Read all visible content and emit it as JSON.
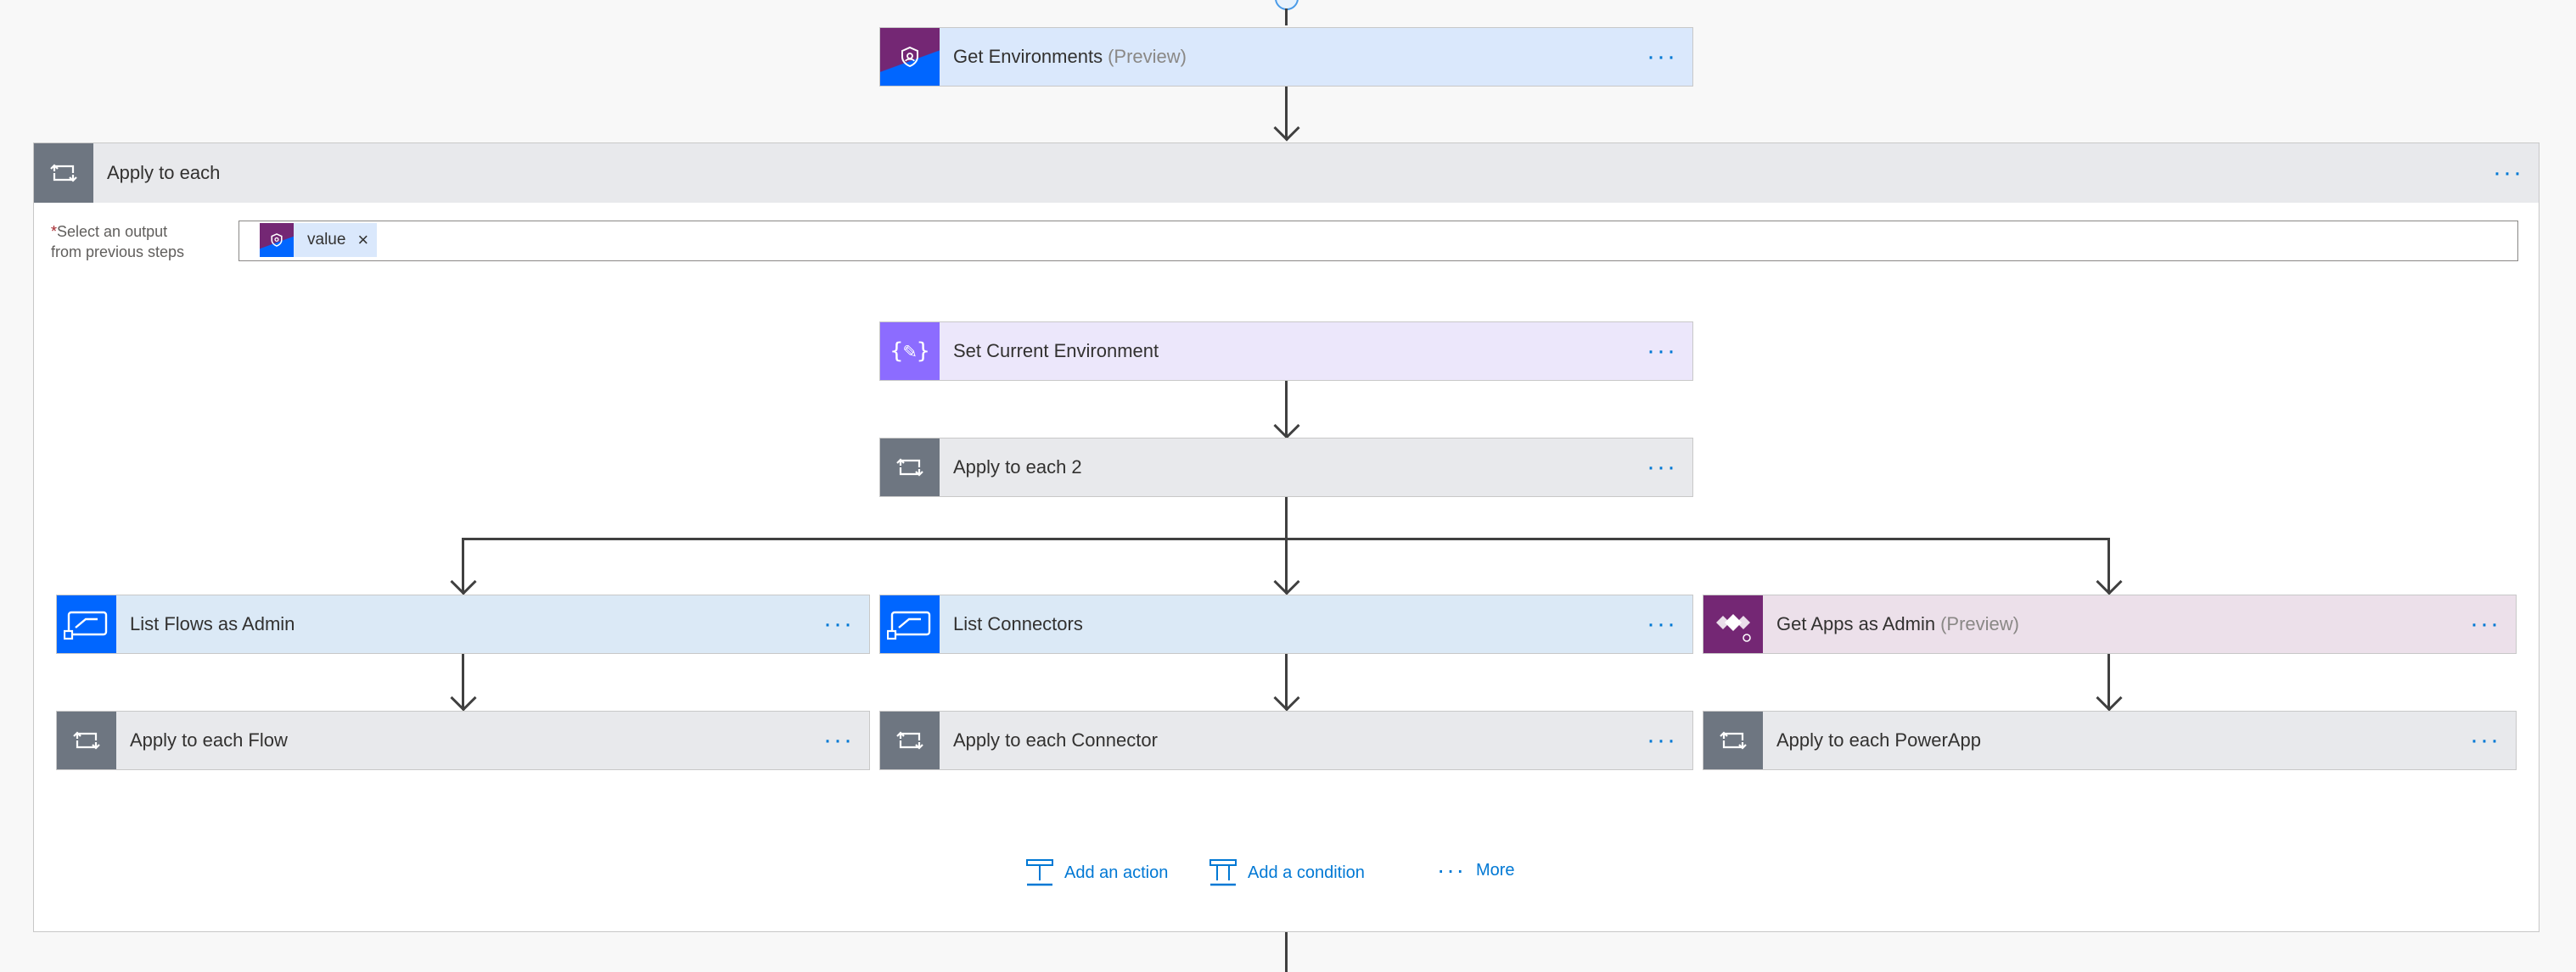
{
  "top_card": {
    "title": "Get Environments",
    "subtitle": "(Preview)",
    "menu": "···"
  },
  "scope": {
    "title": "Apply to each",
    "menu": "···",
    "output_label_line1": "Select an output",
    "output_label_line2": "from previous steps",
    "required_mark": "*",
    "token": {
      "label": "value",
      "remove": "×"
    }
  },
  "set_env": {
    "title": "Set Current Environment",
    "menu": "···"
  },
  "apply2": {
    "title": "Apply to each 2",
    "menu": "···"
  },
  "branches": [
    {
      "title": "List Flows as Admin",
      "subtitle": "",
      "menu": "···",
      "child": "Apply to each Flow"
    },
    {
      "title": "List Connectors",
      "subtitle": "",
      "menu": "···",
      "child": "Apply to each Connector"
    },
    {
      "title": "Get Apps as Admin",
      "subtitle": "(Preview)",
      "menu": "···",
      "child": "Apply to each PowerApp"
    }
  ],
  "actions": {
    "add_action": "Add an action",
    "add_condition": "Add a condition",
    "more": "More",
    "more_dots": "···"
  },
  "colors": {
    "accent": "#0078d4",
    "flow_blue": "#0066ff",
    "variable_purple": "#8c6cff",
    "loop_grey": "#6e7681",
    "powerapps_purple": "#742774"
  }
}
